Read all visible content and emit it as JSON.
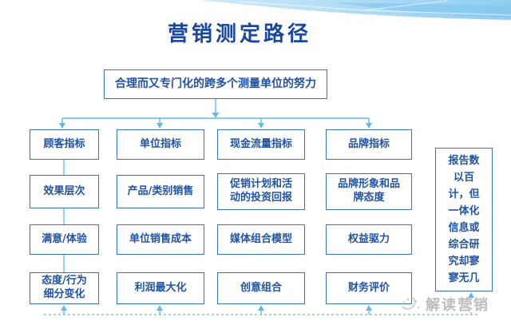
{
  "slide": {
    "title": "营销测定路径",
    "root_box": "合理而又专门化的跨多个测量单位的努力",
    "columns": [
      {
        "boxes": [
          "顾客指标",
          "效果层次",
          "满意/体验",
          "态度/行为细分变化"
        ]
      },
      {
        "boxes": [
          "单位指标",
          "产品/类别销售",
          "单位销售成本",
          "利润最大化"
        ]
      },
      {
        "boxes": [
          "现金流量指标",
          "促销计划和活动的投资回报",
          "媒体组合模型",
          "创意组合"
        ]
      },
      {
        "boxes": [
          "品牌指标",
          "品牌形象和品牌态度",
          "权益驱力",
          "财务评价"
        ]
      }
    ],
    "side_note": "报告数以百计，但一体化信息或综合研究却寥寥无几",
    "watermark": "解读营销"
  },
  "icons": {
    "brand_logo": "swirl-bird-logo",
    "arrows": "down-and-up-arrowheads"
  },
  "colors": {
    "title": "#17479E",
    "box_border": "#3A74B8",
    "box_text": "#2153A4",
    "connector": "#66B8EA",
    "swoosh_main": "#8FCDF2",
    "swoosh_light": "#C9E8F9",
    "watermark_text": "#BDBDBD"
  }
}
